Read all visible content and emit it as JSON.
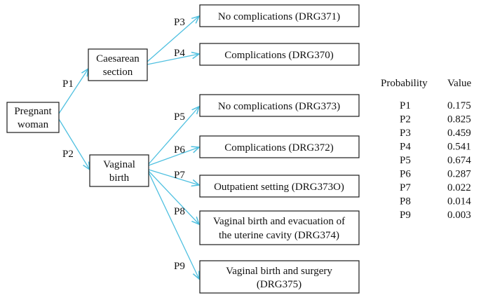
{
  "nodes": {
    "root": [
      "Pregnant",
      "woman"
    ],
    "caesarean": [
      "Caesarean",
      "section"
    ],
    "vaginal": [
      "Vaginal",
      "birth"
    ],
    "drg371": [
      "No complications (DRG371)"
    ],
    "drg370": [
      "Complications (DRG370)"
    ],
    "drg373": [
      "No complications (DRG373)"
    ],
    "drg372": [
      "Complications (DRG372)"
    ],
    "drg373o": [
      "Outpatient setting (DRG373O)"
    ],
    "drg374": [
      "Vaginal birth and evacuation of",
      "the uterine cavity (DRG374)"
    ],
    "drg375": [
      "Vaginal birth and surgery",
      "(DRG375)"
    ]
  },
  "edge_labels": {
    "p1": "P1",
    "p2": "P2",
    "p3": "P3",
    "p4": "P4",
    "p5": "P5",
    "p6": "P6",
    "p7": "P7",
    "p8": "P8",
    "p9": "P9"
  },
  "table": {
    "headers": [
      "Probability",
      "Value"
    ],
    "rows": [
      [
        "P1",
        "0.175"
      ],
      [
        "P2",
        "0.825"
      ],
      [
        "P3",
        "0.459"
      ],
      [
        "P4",
        "0.541"
      ],
      [
        "P5",
        "0.674"
      ],
      [
        "P6",
        "0.287"
      ],
      [
        "P7",
        "0.022"
      ],
      [
        "P8",
        "0.014"
      ],
      [
        "P9",
        "0.003"
      ]
    ]
  },
  "colors": {
    "edge": "#4fc0e0",
    "box_stroke": "#1a1a1a",
    "text": "#111111"
  }
}
